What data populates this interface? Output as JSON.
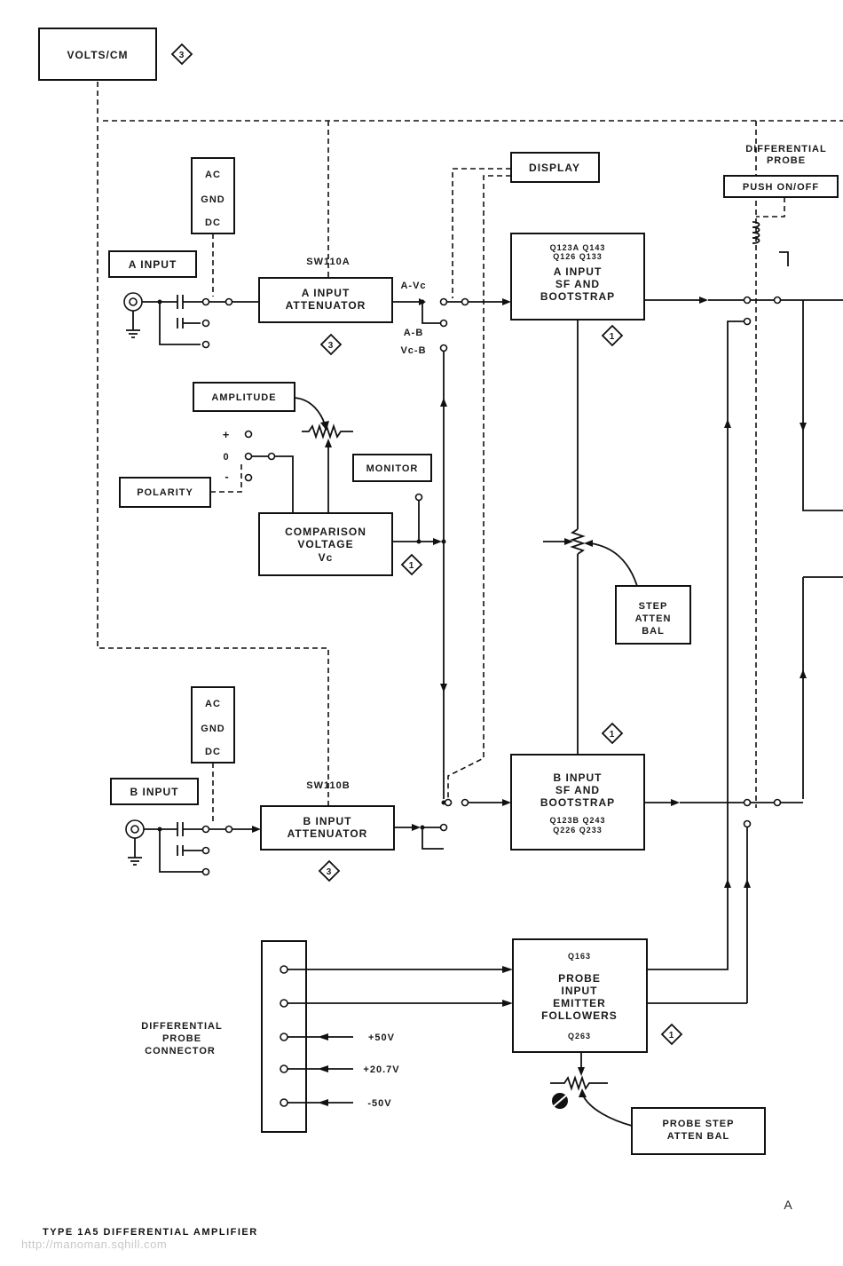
{
  "labels": {
    "volts_cm": "VOLTS/CM",
    "ref_3_top": "3",
    "differential_probe_1": "DIFFERENTIAL",
    "differential_probe_2": "PROBE",
    "push_on_off": "PUSH ON/OFF",
    "display": "DISPLAY",
    "a_acgnddc": [
      "AC",
      "GND",
      "DC"
    ],
    "b_acgnddc": [
      "AC",
      "GND",
      "DC"
    ],
    "a_input": "A INPUT",
    "b_input": "B INPUT",
    "sw110a": "SW110A",
    "sw110b": "SW110B",
    "a_atten": [
      "A INPUT",
      "ATTENUATOR"
    ],
    "b_atten": [
      "B INPUT",
      "ATTENUATOR"
    ],
    "ref_3_a": "3",
    "ref_3_b": "3",
    "a_minus_vc": "A-Vc",
    "a_minus_b": "A-B",
    "vc_minus_b": "Vc-B",
    "a_sf_transistors": [
      "Q123A  Q143",
      "Q126  Q133"
    ],
    "a_sf": [
      "A INPUT",
      "SF AND",
      "BOOTSTRAP"
    ],
    "ref_1_a": "1",
    "amplitude": "AMPLITUDE",
    "plus": "+",
    "zero": "0",
    "minus": "-",
    "polarity": "POLARITY",
    "monitor": "MONITOR",
    "comparison": [
      "COMPARISON",
      "VOLTAGE",
      "Vc"
    ],
    "ref_1_c": "1",
    "step_atten_bal": [
      "STEP",
      "ATTEN",
      "BAL"
    ],
    "ref_1_b": "1",
    "b_sf": [
      "B INPUT",
      "SF AND",
      "BOOTSTRAP"
    ],
    "b_sf_transistors": [
      "Q123B  Q243",
      "Q226  Q233"
    ],
    "probe_ef_top": "Q163",
    "probe_ef": [
      "PROBE",
      "INPUT",
      "EMITTER",
      "FOLLOWERS"
    ],
    "probe_ef_bottom": "Q263",
    "ref_1_p": "1",
    "diff_probe_conn": [
      "DIFFERENTIAL",
      "PROBE",
      "CONNECTOR"
    ],
    "plus_50v": "+50V",
    "plus_20_7v": "+20.7V",
    "minus_50v": "-50V",
    "probe_step_atten_bal": [
      "PROBE STEP",
      "ATTEN BAL"
    ],
    "page_letter": "A",
    "footer": "TYPE 1A5 DIFFERENTIAL AMPLIFIER",
    "watermark": "http://manoman.sqhill.com"
  }
}
